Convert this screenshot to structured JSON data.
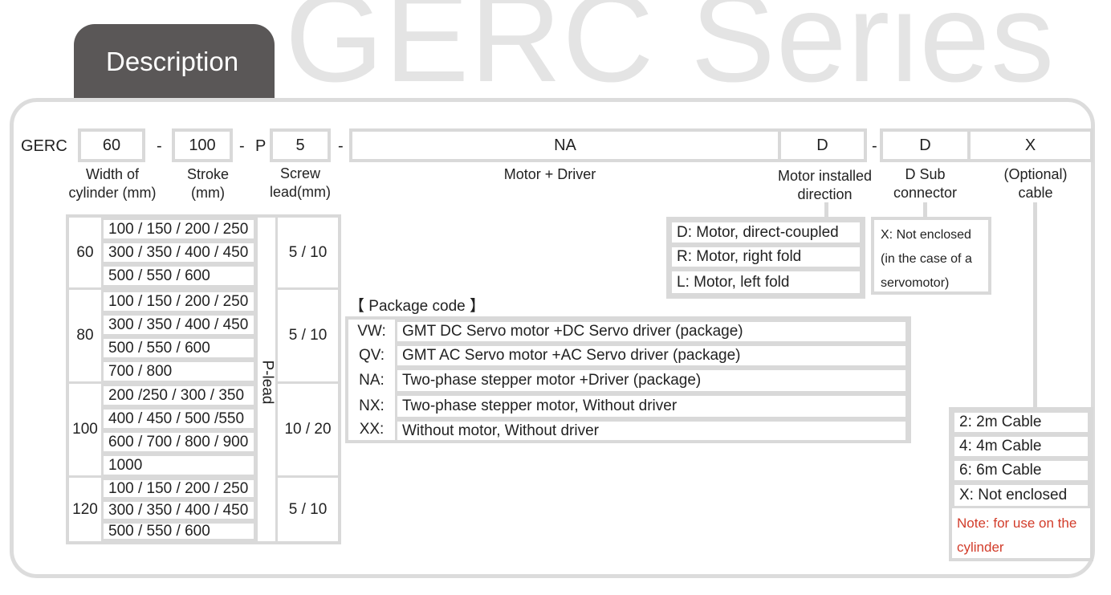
{
  "background_title": "GERC Series",
  "tab_label": "Description",
  "model": {
    "prefix": "GERC",
    "width": "60",
    "sep1": "-",
    "stroke": "100",
    "sep2": "-",
    "p": "P",
    "lead": "5",
    "sep3": "-",
    "motor_driver": "NA",
    "direction": "D",
    "sep4": "-",
    "dsub": "D",
    "cable": "X"
  },
  "descriptions": {
    "width": [
      "Width of",
      "cylinder (mm)"
    ],
    "stroke": [
      "Stroke",
      "(mm)"
    ],
    "lead": [
      "Screw",
      "lead(mm)"
    ],
    "motor_driver": "Motor + Driver",
    "direction": [
      "Motor installed",
      "direction"
    ],
    "dsub": [
      "D Sub",
      "connector"
    ],
    "cable": [
      "(Optional)",
      "cable"
    ]
  },
  "stroke_table": {
    "p_label": "P-lead",
    "groups": [
      {
        "width": "60",
        "strokes": [
          "100 / 150 / 200 / 250",
          "300 / 350 / 400 / 450",
          "500 / 550 / 600"
        ],
        "lead": "5 / 10"
      },
      {
        "width": "80",
        "strokes": [
          "100 / 150 / 200 / 250",
          "300 / 350 / 400 / 450",
          "500 / 550 / 600",
          "700 / 800"
        ],
        "lead": "5 / 10"
      },
      {
        "width": "100",
        "strokes": [
          "200 /250 / 300 / 350",
          "400 / 450 / 500 /550",
          "600 / 700 / 800 / 900",
          "1000"
        ],
        "lead": "10 / 20"
      },
      {
        "width": "120",
        "strokes": [
          "100 / 150 / 200 / 250",
          "300 / 350 / 400 / 450",
          "500 / 550 / 600"
        ],
        "lead": "5 / 10"
      }
    ]
  },
  "direction_options": [
    "D: Motor, direct-coupled",
    "R: Motor, right fold",
    "L: Motor, left fold"
  ],
  "dsub_note": [
    "X: Not enclosed",
    "(in the case of a",
    "servomotor)"
  ],
  "package": {
    "title": "【 Package code 】",
    "rows": [
      {
        "code": "VW:",
        "desc": "GMT DC Servo motor +DC Servo driver (package)"
      },
      {
        "code": "QV:",
        "desc": "GMT AC Servo motor +AC Servo driver (package)"
      },
      {
        "code": "NA:",
        "desc": "Two-phase stepper motor +Driver (package)"
      },
      {
        "code": "NX:",
        "desc": "Two-phase stepper motor, Without driver"
      },
      {
        "code": "XX:",
        "desc": " Without motor, Without driver"
      }
    ]
  },
  "cable_options": [
    "2:  2m Cable",
    "4:  4m Cable",
    "6:  6m Cable",
    "X:  Not enclosed"
  ],
  "cable_note": [
    "Note: for use on the",
    "cylinder"
  ],
  "colors": {
    "tab": "#5a5757",
    "border": "#d9d9d9",
    "note": "#d23c2a",
    "watermark": "#e4e4e4"
  }
}
